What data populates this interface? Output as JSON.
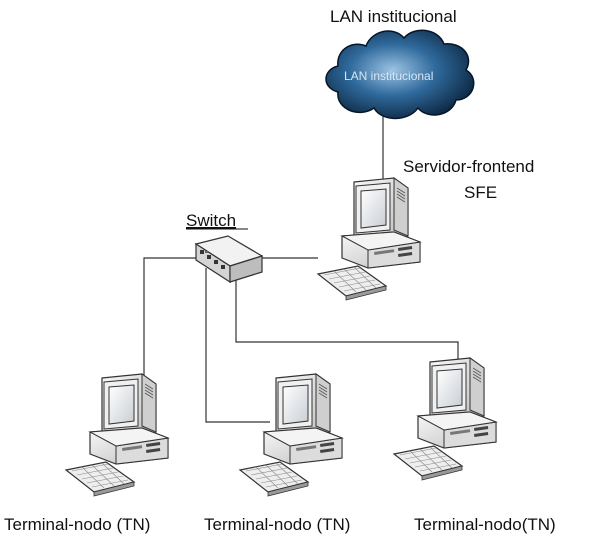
{
  "cloud": {
    "title": "LAN institucional",
    "inner_label": "LAN institucional"
  },
  "server": {
    "label_line1": "Servidor-frontend",
    "label_line2": "SFE"
  },
  "switch": {
    "label": "Switch"
  },
  "terminals": [
    {
      "label": "Terminal-nodo (TN)"
    },
    {
      "label": "Terminal-nodo (TN)"
    },
    {
      "label": "Terminal-nodo(TN)"
    }
  ],
  "colors": {
    "cloud_dark": "#0b2a4a",
    "cloud_light": "#8fb7d9",
    "computer_body": "#e6e6e6",
    "screen": "#d9dde2",
    "line": "#333333"
  },
  "icons": [
    "cloud-icon",
    "server-computer-icon",
    "switch-icon",
    "terminal-computer-icon",
    "keyboard-icon"
  ]
}
